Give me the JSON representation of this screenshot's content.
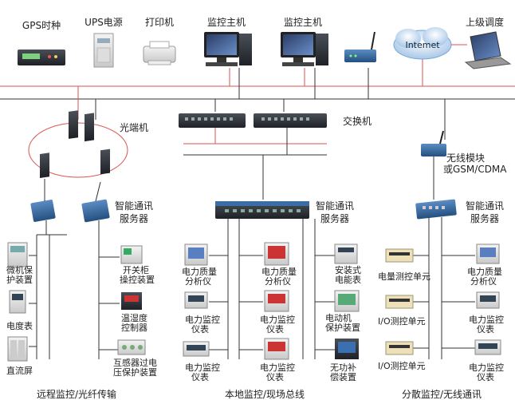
{
  "top_devices": {
    "gps": "GPS时种",
    "ups": "UPS电源",
    "printer": "打印机",
    "monitor_host_1": "监控主机",
    "monitor_host_2": "监控主机",
    "internet": "Intemet",
    "upper_dispatch": "上级调度"
  },
  "network": {
    "optical": "光端机",
    "switch": "交换机",
    "wireless_line1": "无线模块",
    "wireless_line2": "或GSM/CDMA"
  },
  "servers": {
    "left_line1": "智能通讯",
    "left_line2": "服务器",
    "center_line1": "智能通讯",
    "center_line2": "服务器",
    "right_line1": "智能通讯",
    "right_line2": "服务器"
  },
  "left_col1": {
    "item1_line1": "微机保",
    "item1_line2": "护装置",
    "item2": "电度表",
    "item3": "直流屏"
  },
  "left_col2": {
    "item1_line1": "开关柜",
    "item1_line2": "操控装置",
    "item2_line1": "温湿度",
    "item2_line2": "控制器",
    "item3_line1": "互感器过电",
    "item3_line2": "压保护装置"
  },
  "center_col1": {
    "item1_line1": "电力质量",
    "item1_line2": "分析仪",
    "item2_line1": "电力监控",
    "item2_line2": "仪表",
    "item3_line1": "电力监控",
    "item3_line2": "仪表"
  },
  "center_col2": {
    "item1_line1": "电力质量",
    "item1_line2": "分析仪",
    "item2_line1": "电力监控",
    "item2_line2": "仪表",
    "item3_line1": "电力监控",
    "item3_line2": "仪表"
  },
  "center_col3": {
    "item1_line1": "安装式",
    "item1_line2": "电能表",
    "item2_line1": "电动机",
    "item2_line2": "保护装置",
    "item3_line1": "无功补",
    "item3_line2": "偿装置"
  },
  "right_col1": {
    "item1": "电量测控单元",
    "item2": "I/O测控单元",
    "item3": "I/O测控单元"
  },
  "right_col2": {
    "item1_line1": "电力质量",
    "item1_line2": "分析仪",
    "item2_line1": "电力监控",
    "item2_line2": "仪表",
    "item3_line1": "电力监控",
    "item3_line2": "仪表"
  },
  "sections": {
    "left": "远程监控/光纤传输",
    "center": "本地监控/现场总线",
    "right": "分散监控/无线通讯"
  },
  "colors": {
    "red_line": "#d9534f",
    "black_line": "#333333",
    "device_dark": "#2e3440",
    "device_blue": "#3b6ea5"
  }
}
